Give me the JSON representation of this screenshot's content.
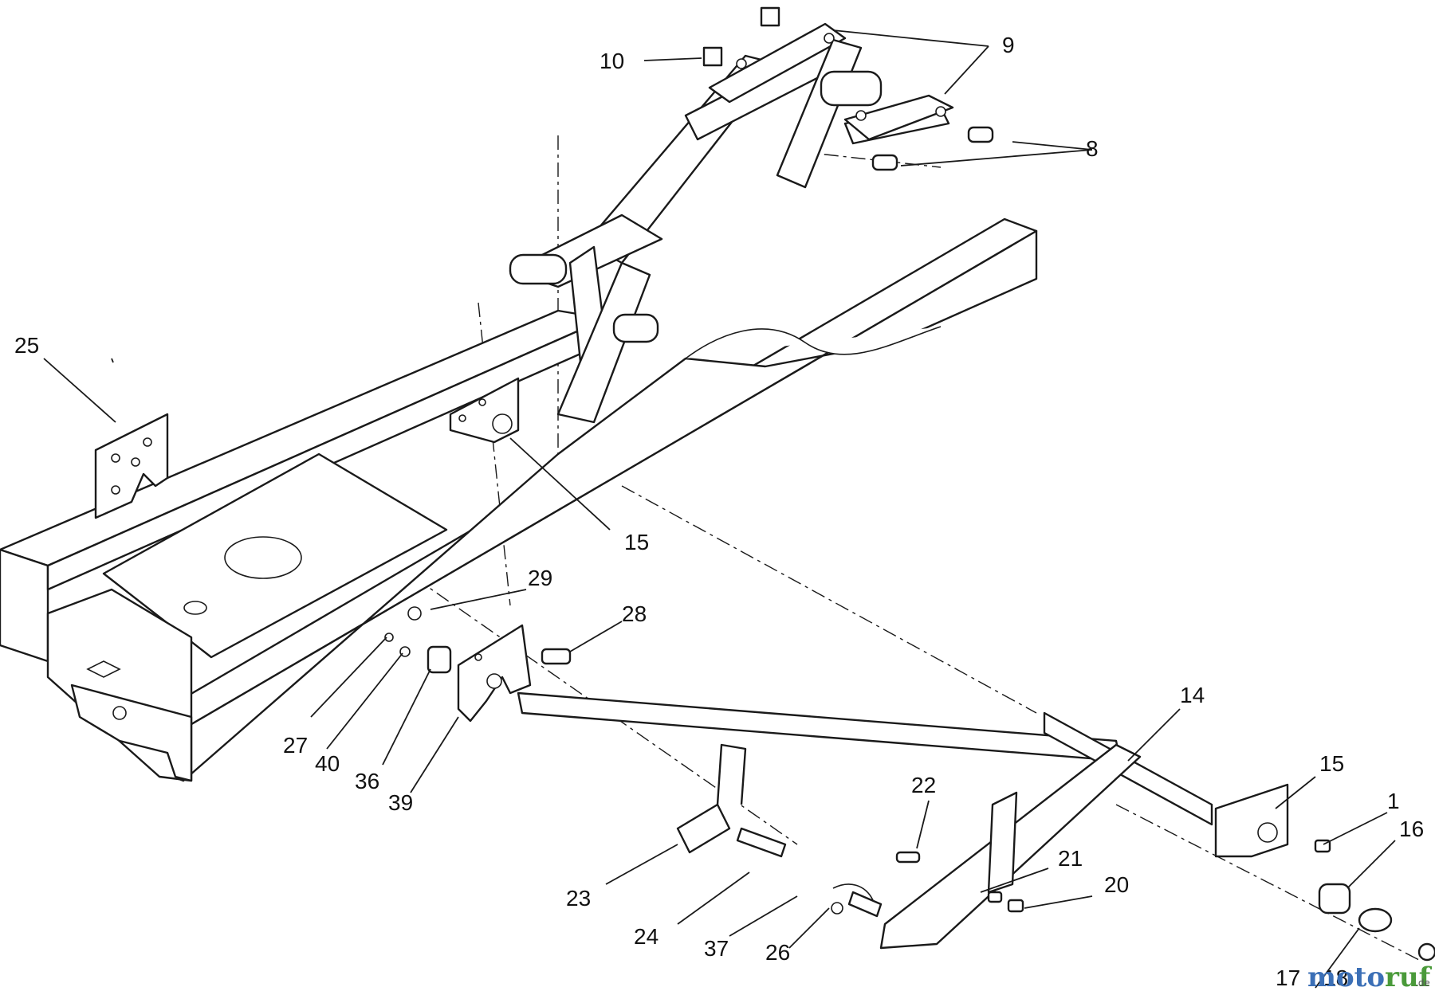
{
  "callouts": [
    {
      "id": "c1",
      "label": "1"
    },
    {
      "id": "c8",
      "label": "8"
    },
    {
      "id": "c9",
      "label": "9"
    },
    {
      "id": "c10",
      "label": "10"
    },
    {
      "id": "c14",
      "label": "14"
    },
    {
      "id": "c15a",
      "label": "15"
    },
    {
      "id": "c15b",
      "label": "15"
    },
    {
      "id": "c16",
      "label": "16"
    },
    {
      "id": "c17",
      "label": "17"
    },
    {
      "id": "c18",
      "label": "18"
    },
    {
      "id": "c20",
      "label": "20"
    },
    {
      "id": "c21",
      "label": "21"
    },
    {
      "id": "c22",
      "label": "22"
    },
    {
      "id": "c23",
      "label": "23"
    },
    {
      "id": "c24",
      "label": "24"
    },
    {
      "id": "c25",
      "label": "25"
    },
    {
      "id": "c26",
      "label": "26"
    },
    {
      "id": "c27",
      "label": "27"
    },
    {
      "id": "c28",
      "label": "28"
    },
    {
      "id": "c29",
      "label": "29"
    },
    {
      "id": "c36",
      "label": "36"
    },
    {
      "id": "c37",
      "label": "37"
    },
    {
      "id": "c39",
      "label": "39"
    },
    {
      "id": "c40",
      "label": "40"
    }
  ],
  "watermark": {
    "part1": "moto",
    "part2": "ruf",
    "suffix": ".de",
    "colors": {
      "moto": "#3b6fb6",
      "ruf": "#4a9a3a",
      "dot": "#e0a020"
    }
  },
  "colors": {
    "line": "#1a1a1a",
    "background": "#ffffff"
  }
}
